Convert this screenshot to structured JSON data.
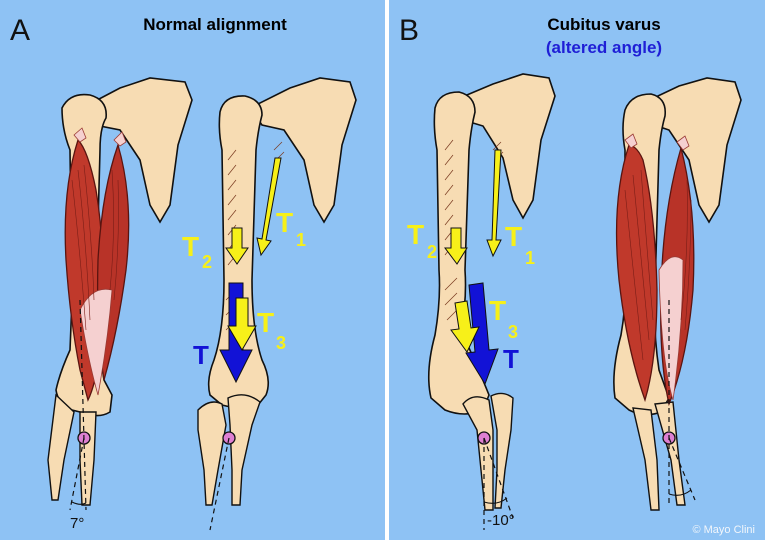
{
  "panel_a": {
    "letter": "A",
    "title": "Normal alignment",
    "angle_label": "7°",
    "forces": {
      "t1": "T",
      "t1_sub": "1",
      "t2": "T",
      "t2_sub": "2",
      "t3": "T",
      "t3_sub": "3",
      "t": "T"
    }
  },
  "panel_b": {
    "letter": "B",
    "title": "Cubitus varus",
    "subtitle": "(altered angle)",
    "angle_label": "-10°",
    "forces": {
      "t1": "T",
      "t1_sub": "1",
      "t2": "T",
      "t2_sub": "2",
      "t3": "T",
      "t3_sub": "3",
      "t": "T"
    }
  },
  "credit": "© Mayo Clini",
  "colors": {
    "background": "#8ec2f4",
    "bone": "#f7dcb3",
    "muscle": "#c0392b",
    "force_yellow": "#f7f019",
    "force_blue": "#1212d6",
    "pivot": "#de7fd2"
  }
}
